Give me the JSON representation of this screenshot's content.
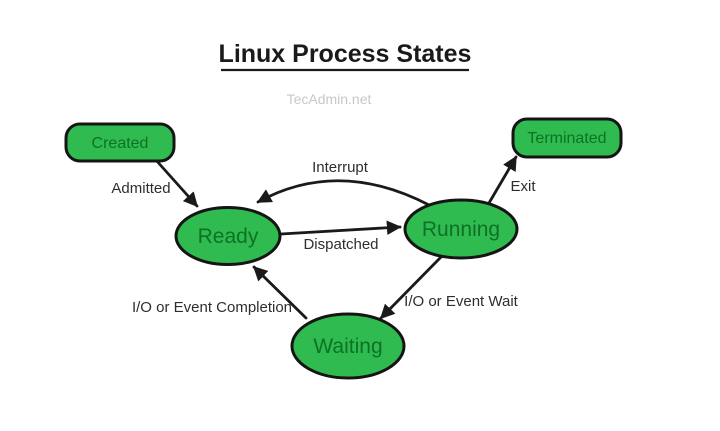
{
  "title": "Linux Process States",
  "watermark": "TecAdmin.net",
  "colors": {
    "node_fill": "#2fbb4f",
    "node_border": "#151515",
    "node_text": "#0d7226",
    "arrow": "#1a1a1a",
    "label_text": "#2e2e2e",
    "title_text": "#1a1a1a",
    "watermark_text": "#c8c8c8",
    "background": "#ffffff"
  },
  "nodes": [
    {
      "id": "created",
      "label": "Created",
      "shape": "rounded-rect"
    },
    {
      "id": "ready",
      "label": "Ready",
      "shape": "ellipse"
    },
    {
      "id": "running",
      "label": "Running",
      "shape": "ellipse"
    },
    {
      "id": "waiting",
      "label": "Waiting",
      "shape": "ellipse"
    },
    {
      "id": "terminated",
      "label": "Terminated",
      "shape": "rounded-rect"
    }
  ],
  "edges": [
    {
      "from": "Created",
      "to": "Ready",
      "label": "Admitted"
    },
    {
      "from": "Running",
      "to": "Ready",
      "label": "Interrupt"
    },
    {
      "from": "Ready",
      "to": "Running",
      "label": "Dispatched"
    },
    {
      "from": "Running",
      "to": "Terminated",
      "label": "Exit"
    },
    {
      "from": "Running",
      "to": "Waiting",
      "label": "I/O or Event Wait"
    },
    {
      "from": "Waiting",
      "to": "Ready",
      "label": "I/O or Event Completion"
    }
  ]
}
